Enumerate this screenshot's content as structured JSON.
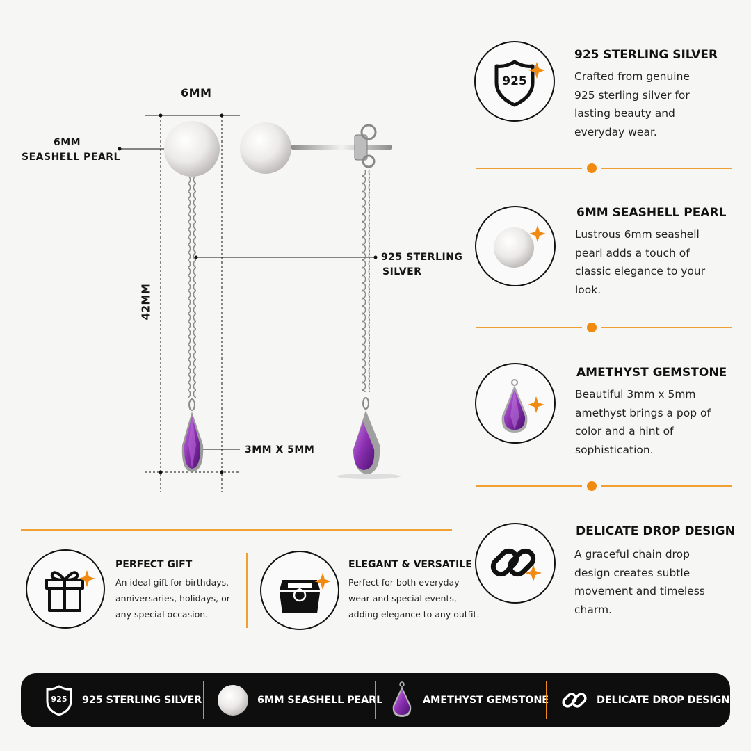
{
  "diagram": {
    "width_label": "6MM",
    "pearl_label_line1": "6MM",
    "pearl_label_line2": "SEASHELL PEARL",
    "length_label": "42MM",
    "silver_label_line1": "925 STERLING",
    "silver_label_line2": "SILVER",
    "gem_size_label": "3MM X 5MM"
  },
  "features": [
    {
      "title": "925 STERLING SILVER",
      "text": "Crafted from genuine 925 sterling silver for lasting beauty and everyday wear.",
      "icon": "shield-925-icon",
      "badge": "925"
    },
    {
      "title": "6MM SEASHELL PEARL",
      "text": "Lustrous 6mm seashell pearl adds a touch of classic elegance to your look.",
      "icon": "pearl-icon"
    },
    {
      "title": "AMETHYST GEMSTONE",
      "text": "Beautiful 3mm x 5mm amethyst brings a pop of color and a hint of sophistication.",
      "icon": "amethyst-icon"
    },
    {
      "title": "DELICATE DROP DESIGN",
      "text": "A graceful chain drop design creates subtle movement and timeless charm.",
      "icon": "chain-link-icon"
    }
  ],
  "highlights": [
    {
      "title": "PERFECT GIFT",
      "text": "An ideal gift for birthdays, anniversaries, holidays, or any special occasion.",
      "icon": "gift-icon"
    },
    {
      "title": "ELEGANT & VERSATILE",
      "text": "Perfect for both everyday wear and special events, adding elegance to any outfit.",
      "icon": "ring-box-icon"
    }
  ],
  "bottom_bar": [
    {
      "label": "925 STERLING SILVER",
      "icon": "shield-925-icon",
      "badge": "925"
    },
    {
      "label": "6MM SEASHELL PEARL",
      "icon": "pearl-icon"
    },
    {
      "label": "AMETHYST GEMSTONE",
      "icon": "amethyst-icon"
    },
    {
      "label": "DELICATE DROP DESIGN",
      "icon": "chain-link-icon"
    }
  ],
  "colors": {
    "accent": "#f08a10",
    "amethyst": "#8a2fb0",
    "bar_background": "#0e0e0e",
    "background": "#f6f6f5"
  }
}
